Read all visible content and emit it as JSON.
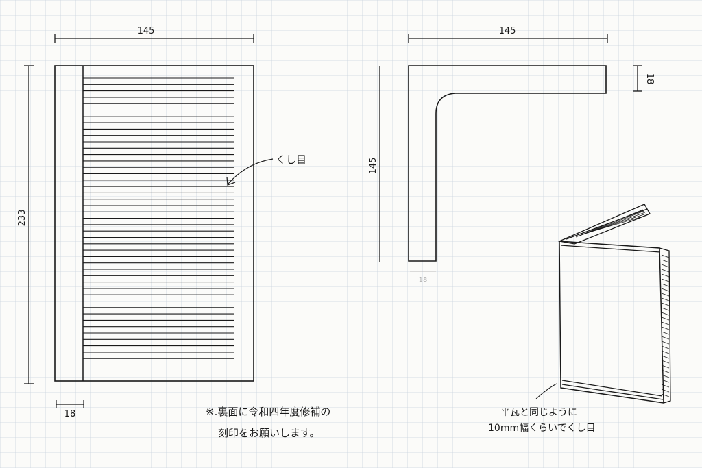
{
  "front_view": {
    "width_label": "145",
    "height_label": "233",
    "spine_label": "18",
    "callout_label": "くし目"
  },
  "side_view": {
    "width_label": "145",
    "height_label": "145",
    "thickness_label": "18",
    "bottom_label": "18"
  },
  "perspective_view": {
    "note_line1": "平瓦と同じように",
    "note_line2": "10mm幅くらいでくし目"
  },
  "note": {
    "line1": "※.裏面に令和四年度修補の",
    "line2": "刻印をお願いします。"
  },
  "colors": {
    "paper": "#fbfbf9",
    "grid": "#c9d3de",
    "ink": "#1a1a1a"
  }
}
